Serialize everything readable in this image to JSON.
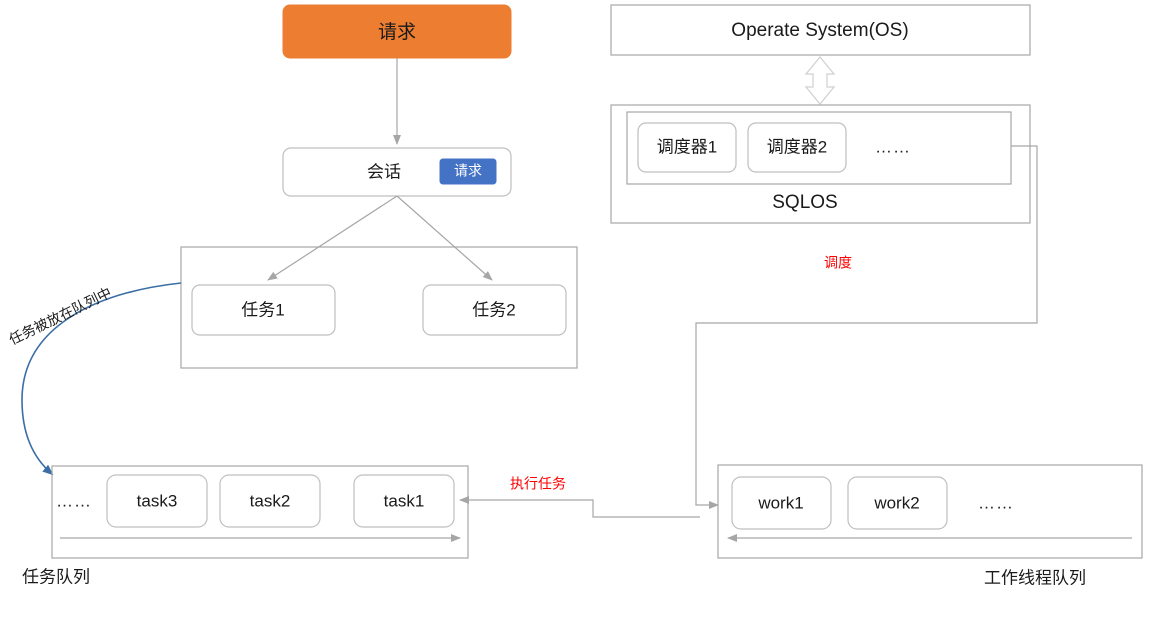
{
  "diagram": {
    "title_nodes": {
      "request_top": "请求",
      "session": "会话",
      "session_badge": "请求",
      "task1": "任务1",
      "task2": "任务2",
      "os": "Operate System(OS)",
      "sqlos": "SQLOS",
      "scheduler1": "调度器1",
      "scheduler2": "调度器2",
      "scheduler_ellipsis": "……",
      "task3": "task3",
      "task2_q": "task2",
      "task1_q": "task1",
      "task_queue_ellipsis": "……",
      "work1": "work1",
      "work2": "work2",
      "work_ellipsis": "……"
    },
    "labels": {
      "task_queue": "任务队列",
      "worker_queue": "工作线程队列",
      "enqueue_note": "任务被放在队列中",
      "schedule_note": "调度",
      "execute_note": "执行任务"
    },
    "colors": {
      "request_box": "#ED7D31",
      "badge": "#4472C4",
      "note_red": "#FF0000",
      "connector": "#A6A6A6",
      "blue_arrow": "#3A6EA5",
      "node_border": "#BFBFBF"
    }
  }
}
